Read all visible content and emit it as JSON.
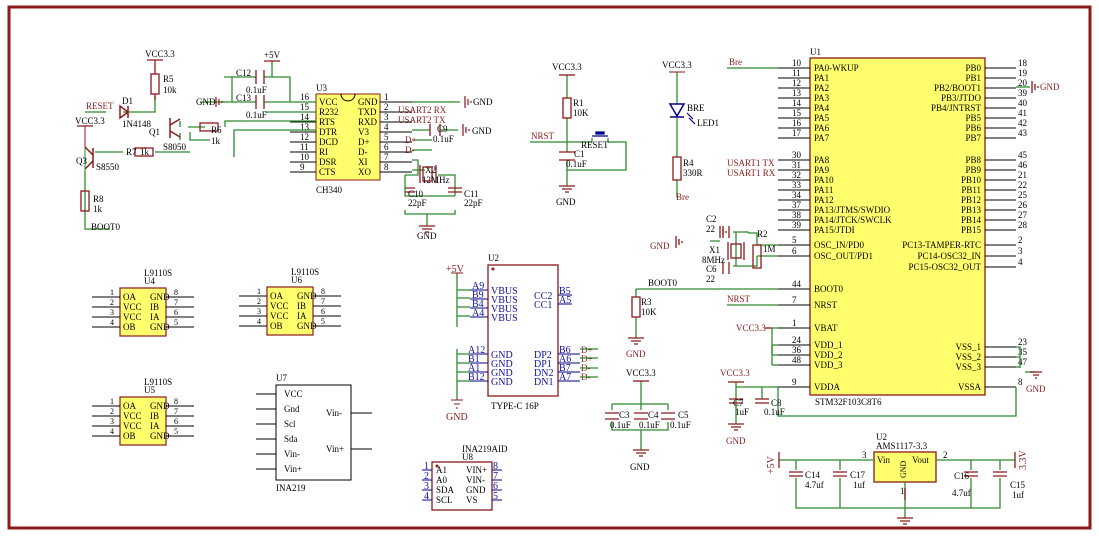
{
  "colors": {
    "wire": "#2e8b2e",
    "part": "#8b1a1a",
    "pin": "#00008b",
    "yellow": "#ffff6e",
    "border": "#8b1a1a"
  },
  "u3": {
    "ref": "U3",
    "name": "CH340",
    "pins": [
      {
        "n": "16",
        "l": "VCC",
        "r": "GND",
        "rn": "1"
      },
      {
        "n": "15",
        "l": "R232",
        "r": "TXD",
        "rn": "2"
      },
      {
        "n": "14",
        "l": "RTS",
        "r": "RXD",
        "rn": "3"
      },
      {
        "n": "13",
        "l": "DTR",
        "r": "V3",
        "rn": "4"
      },
      {
        "n": "12",
        "l": "DCD",
        "r": "D+",
        "rn": "5"
      },
      {
        "n": "11",
        "l": "RI",
        "r": "D-",
        "rn": "6"
      },
      {
        "n": "10",
        "l": "DSR",
        "r": "XI",
        "rn": "7"
      },
      {
        "n": "9",
        "l": "CTS",
        "r": "XO",
        "rn": "8"
      }
    ]
  },
  "left": {
    "vcc_a": "VCC3.3",
    "vcc_b": "VCC3.3",
    "vcc_c": "+5V",
    "r5": "R5",
    "r5v": "10k",
    "reset": "RESET",
    "d1": "D1",
    "d1v": "1N4148",
    "q1": "Q1",
    "q1v": "S8050",
    "r6": "R6",
    "r6v": "1k",
    "q3": "Q3",
    "q3v": "S8550",
    "r7": "R7",
    "r7v": "1k",
    "r8": "R8",
    "r8v": "1k",
    "boot0": "BOOT0",
    "c12": "C12",
    "c12v": "0.1uF",
    "c13": "C13",
    "c13v": "0.1uF",
    "gnd": "GND",
    "c9": "C9",
    "c9v": "0.1uF",
    "x2": "X2",
    "x2v": "12MHz",
    "c10": "C10",
    "c10v": "22pF",
    "c11": "C11",
    "c11v": "22pF",
    "tx": "USART2 RX",
    "rx": "USART2 TX",
    "dp": "D+",
    "dm": "D-"
  },
  "reset": {
    "vcc": "VCC3.3",
    "r1": "R1",
    "r1v": "10K",
    "nrst": "NRST",
    "c1": "C1",
    "c1v": "0.1uF",
    "btn": "RESET",
    "gnd": "GND"
  },
  "led": {
    "vcc": "VCC3.3",
    "bre": "BRE",
    "led": "LED1",
    "r4": "R4",
    "r4v": "330R",
    "bre2": "Bre"
  },
  "u2": {
    "ref": "U2",
    "name": "TYPE-C 16P",
    "p5v": "+5V",
    "lp": [
      "A9",
      "B9",
      "B4",
      "A4"
    ],
    "lv": [
      "VBUS",
      "VBUS",
      "VBUS",
      "VBUS"
    ],
    "lg": [
      "A12",
      "B1",
      "A1",
      "B12"
    ],
    "gl": [
      "GND",
      "GND",
      "GND",
      "GND"
    ],
    "rp": [
      "B5",
      "A5"
    ],
    "rl": [
      "CC2",
      "CC1"
    ],
    "dp": [
      "B6",
      "A6",
      "B7",
      "A7"
    ],
    "dl": [
      "DP2",
      "DP1",
      "DN2",
      "DN1"
    ],
    "dn": [
      "D+",
      "D+",
      "D-",
      "D-"
    ]
  },
  "l9110": {
    "part": "L9110S",
    "u4": "U4",
    "u6": "U6",
    "u5": "U5",
    "ln": [
      "1",
      "2",
      "3",
      "4"
    ],
    "ll": [
      "OA",
      "VCC",
      "VCC",
      "OB"
    ],
    "rl": [
      "GND",
      "IB",
      "IA",
      "GND"
    ],
    "rn": [
      "8",
      "7",
      "6",
      "5"
    ]
  },
  "u7": {
    "ref": "U7",
    "name": "INA219",
    "lp": [
      "VCC",
      "Gnd",
      "Scl",
      "Sda",
      "Vin-",
      "Vin+"
    ],
    "rp": [
      "Vin-",
      "Vin+"
    ]
  },
  "u8": {
    "ref": "U8",
    "name": "INA219AID",
    "lp": [
      "A1",
      "A0",
      "SDA",
      "SCL"
    ],
    "ln": [
      "1",
      "2",
      "3",
      "4"
    ],
    "rp": [
      "VIN+",
      "VIN-",
      "GND",
      "VS"
    ],
    "rn": [
      "8",
      "7",
      "6",
      "5"
    ]
  },
  "mcu": {
    "ref": "U1",
    "name": "STM32F103C8T6",
    "left": [
      [
        "10",
        "PA0-WKUP"
      ],
      [
        "11",
        "PA1"
      ],
      [
        "12",
        "PA2"
      ],
      [
        "13",
        "PA3"
      ],
      [
        "14",
        "PA4"
      ],
      [
        "15",
        "PA5"
      ],
      [
        "16",
        "PA6"
      ],
      [
        "17",
        "PA7"
      ],
      [
        "30",
        "PA8"
      ],
      [
        "31",
        "PA9"
      ],
      [
        "32",
        "PA10"
      ],
      [
        "33",
        "PA11"
      ],
      [
        "34",
        "PA12"
      ],
      [
        "37",
        "PA13/JTMS/SWDIO"
      ],
      [
        "38",
        "PA14/JTCK/SWCLK"
      ],
      [
        "39",
        "PA15/JTDI"
      ],
      [
        "5",
        "OSC_IN/PD0"
      ],
      [
        "6",
        "OSC_OUT/PD1"
      ],
      [
        "44",
        "BOOT0"
      ],
      [
        "7",
        "NRST"
      ],
      [
        "1",
        "VBAT"
      ],
      [
        "24",
        "VDD_1"
      ],
      [
        "36",
        "VDD_2"
      ],
      [
        "48",
        "VDD_3"
      ],
      [
        "9",
        "VDDA"
      ]
    ],
    "right": [
      [
        "18",
        "PB0"
      ],
      [
        "19",
        "PB1"
      ],
      [
        "20",
        "PB2/BOOT1"
      ],
      [
        "39",
        "PB3/JTDO"
      ],
      [
        "40",
        "PB4/JNTRST"
      ],
      [
        "41",
        "PB5"
      ],
      [
        "42",
        "PB6"
      ],
      [
        "43",
        "PB7"
      ],
      [
        "45",
        "PB8"
      ],
      [
        "46",
        "PB9"
      ],
      [
        "21",
        "PB10"
      ],
      [
        "22",
        "PB11"
      ],
      [
        "25",
        "PB12"
      ],
      [
        "26",
        "PB13"
      ],
      [
        "27",
        "PB14"
      ],
      [
        "28",
        "PB15"
      ],
      [
        "2",
        "PC13-TAMPER-RTC"
      ],
      [
        "3",
        "PC14-OSC32_IN"
      ],
      [
        "4",
        "PC15-OSC32_OUT"
      ],
      [
        "23",
        "VSS_1"
      ],
      [
        "35",
        "VSS_2"
      ],
      [
        "47",
        "VSS_3"
      ],
      [
        "8",
        "VSSA"
      ]
    ],
    "bre": "Bre",
    "tx": "USART1 TX",
    "rx": "USART1 RX",
    "boot0": "BOOT0",
    "nrst": "NRST",
    "vcc": "VCC3.3",
    "vcc2": "VCC3.3",
    "gnd": "GND"
  },
  "osc": {
    "c2": "C2",
    "c2v": "22",
    "c6": "C6",
    "c6v": "22",
    "x1": "X1",
    "x1v": "8MHz",
    "r2": "R2",
    "r2v": "1M",
    "r3": "R3",
    "r3v": "10K",
    "c7": "C7",
    "c7v": "1uF",
    "c8": "C8",
    "c8v": "0.1uF"
  },
  "caps": {
    "vcc": "VCC3.3",
    "c3": "C3",
    "c3v": "0.1uF",
    "c4": "C4",
    "c4v": "0.1uF",
    "c5": "C5",
    "c5v": "0.1uF"
  },
  "ams": {
    "ref": "U2",
    "name": "AMS1117-3.3",
    "vin": "Vin",
    "gnd": "GND",
    "vout": "Vout",
    "p5v": "+5V",
    "p33": "3.3V",
    "c14": "C14",
    "c14v": "4.7uf",
    "c17": "C17",
    "c17v": "1uf",
    "c16": "C16",
    "c16v": "4.7uf",
    "c15": "C15",
    "c15v": "1uf",
    "n3": "3",
    "n2": "2",
    "n1": "1"
  }
}
